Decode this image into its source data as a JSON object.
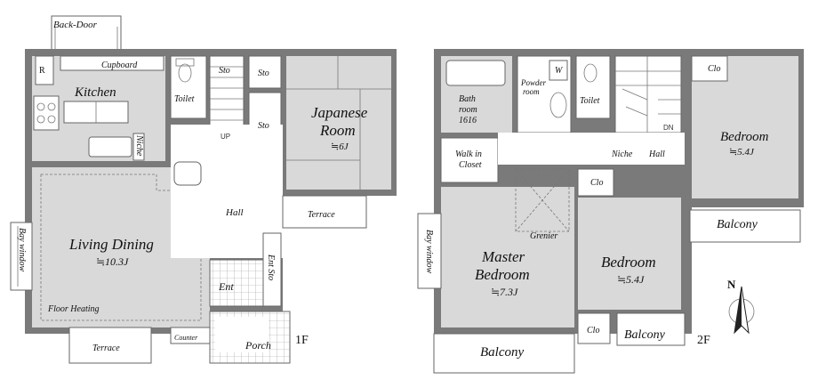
{
  "floor1": {
    "label": "1F",
    "rooms": {
      "back_door": "Back-Door",
      "r": "R",
      "cupboard": "Cupboard",
      "kitchen": "Kitchen",
      "toilet": "Toilet",
      "sto_top": "Sto",
      "sto_right1": "Sto",
      "sto_right2": "Sto",
      "up": "UP",
      "niche": "Niche",
      "japanese_room": "Japanese",
      "japanese_room2": "Room",
      "japanese_size": "≒6J",
      "hall": "Hall",
      "terrace_right": "Terrace",
      "living_dining": "Living Dining",
      "living_size": "≒10.3J",
      "bay_window": "Bay window",
      "ent": "Ent",
      "ent_sto": "Ent Sto",
      "floor_heating": "Floor Heating",
      "counter": "Counter",
      "porch": "Porch",
      "terrace_bottom": "Terrace"
    }
  },
  "floor2": {
    "label": "2F",
    "rooms": {
      "bathroom": "Bath",
      "bathroom2": "room",
      "bathroom3": "1616",
      "powder_room": "Powder",
      "powder_room2": "room",
      "w": "W",
      "toilet": "Toilet",
      "dn": "DN",
      "clo_right": "Clo",
      "bedroom_right": "Bedroom",
      "bedroom_right_size": "≒5.4J",
      "walk_in_closet": "Walk in",
      "walk_in_closet2": "Closet",
      "niche": "Niche",
      "hall": "Hall",
      "clo_mid": "Clo",
      "grenier": "Grenier",
      "balcony_right": "Balcony",
      "bay_window": "Bay window",
      "master_bedroom": "Master",
      "master_bedroom2": "Bedroom",
      "master_size": "≒7.3J",
      "bedroom_mid": "Bedroom",
      "bedroom_mid_size": "≒5.4J",
      "clo_bottom": "Clo",
      "balcony_mid": "Balcony",
      "balcony_bottom": "Balcony"
    }
  },
  "compass": {
    "north": "N"
  }
}
